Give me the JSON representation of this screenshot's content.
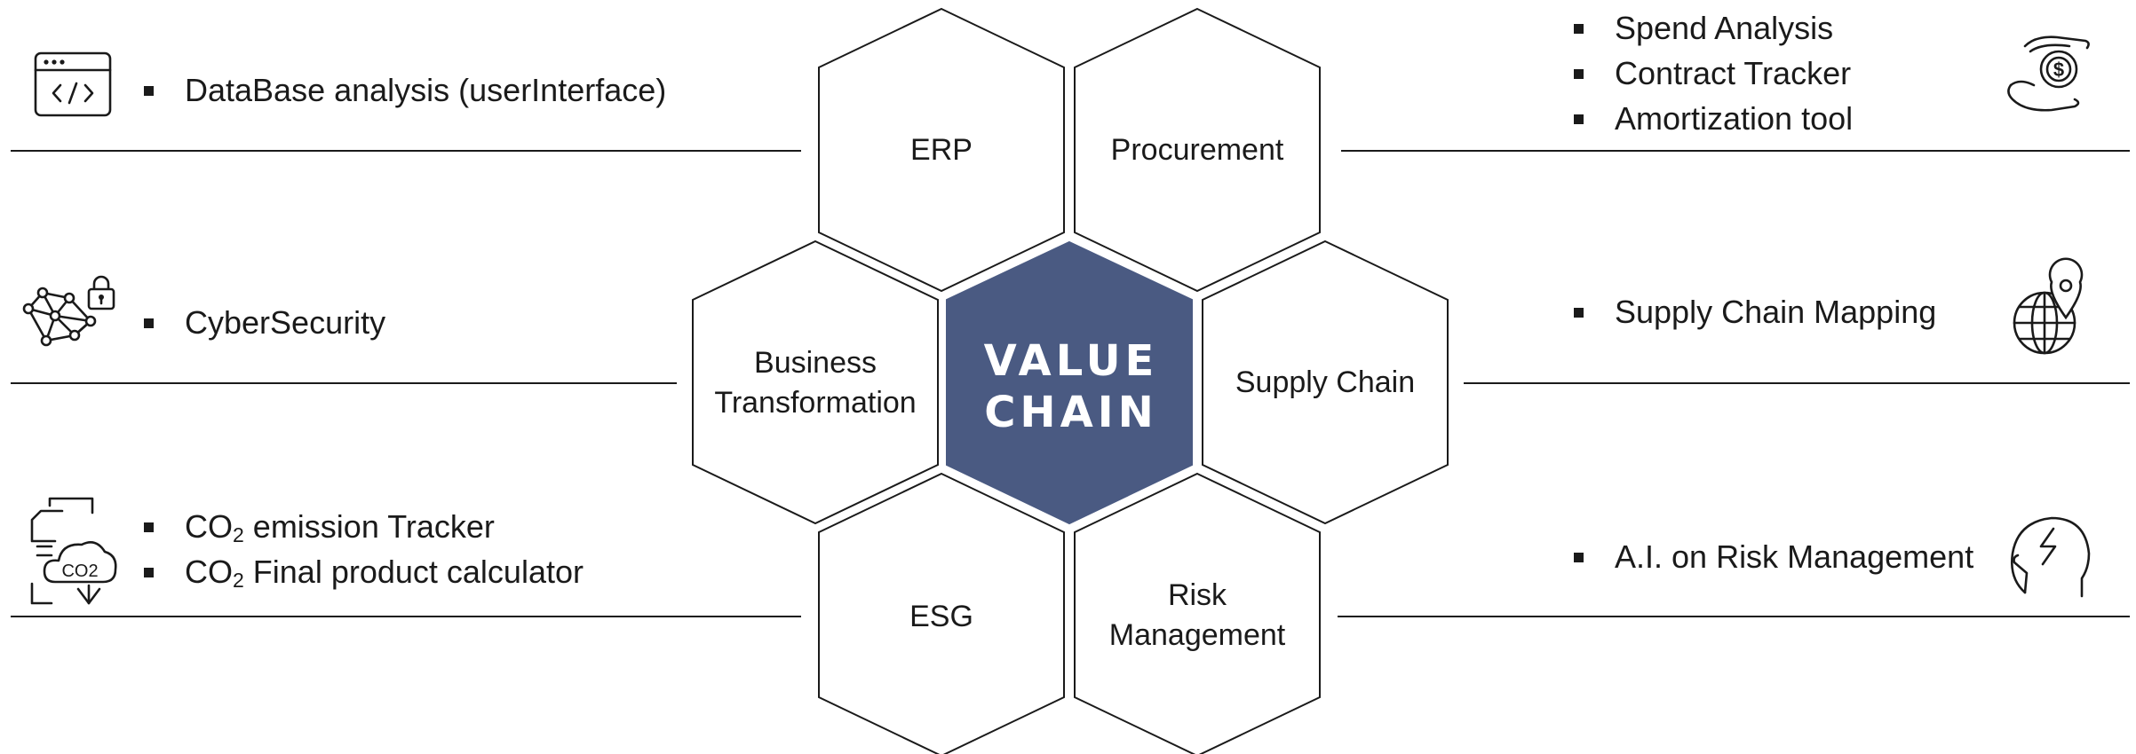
{
  "center": {
    "line1": "VALUE",
    "line2": "CHAIN",
    "color": "#4a5a82"
  },
  "hexagons": {
    "erp": "ERP",
    "procurement": "Procurement",
    "business_line1": "Business",
    "business_line2": "Transformation",
    "supply_chain": "Supply Chain",
    "esg": "ESG",
    "risk_line1": "Risk",
    "risk_line2": "Management"
  },
  "left": {
    "database": {
      "icon": "code-window-icon",
      "items": [
        "DataBase analysis (userInterface)"
      ]
    },
    "cyber": {
      "icon": "network-lock-icon",
      "items": [
        "CyberSecurity"
      ]
    },
    "co2": {
      "icon": "co2-cloud-document-icon",
      "icon_text": "CO2",
      "items": [
        {
          "pre": "CO",
          "sub": "2",
          "post": " emission Tracker"
        },
        {
          "pre": "CO",
          "sub": "2",
          "post": " Final product calculator"
        }
      ]
    }
  },
  "right": {
    "procurement": {
      "icon": "hand-dollar-icon",
      "items": [
        "Spend Analysis",
        "Contract Tracker",
        "Amortization tool"
      ]
    },
    "supply": {
      "icon": "globe-pin-icon",
      "items": [
        "Supply Chain Mapping"
      ]
    },
    "risk": {
      "icon": "head-lightning-icon",
      "items": [
        "A.I. on Risk Management"
      ]
    }
  }
}
